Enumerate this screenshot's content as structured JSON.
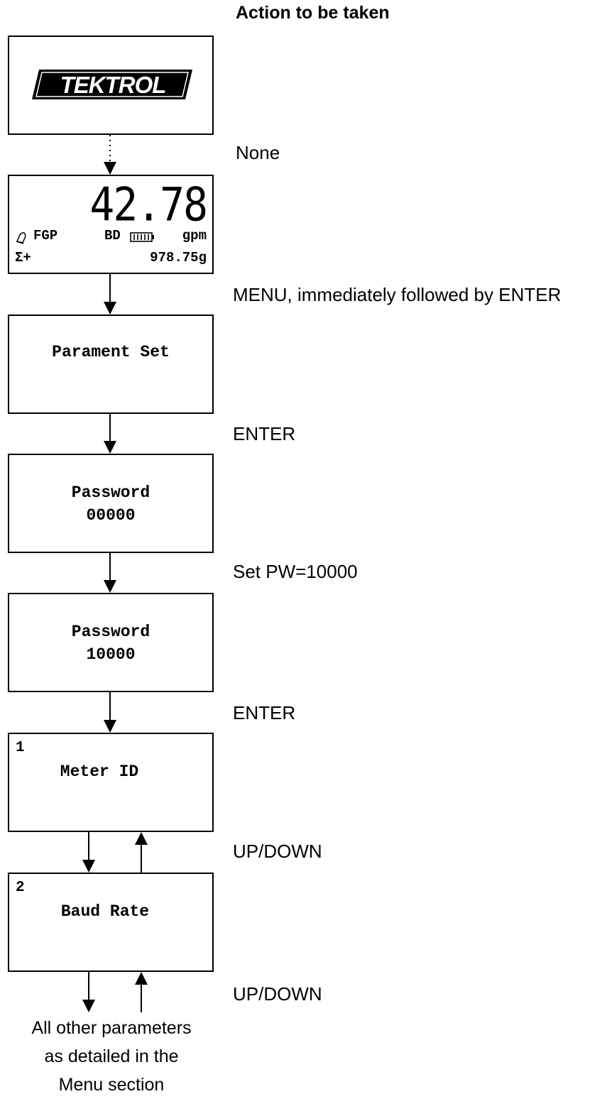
{
  "header": {
    "title": "Action to be taken"
  },
  "logo": {
    "text": "TEKTROL"
  },
  "flow_display": {
    "value": "42.78",
    "indicators": [
      "FGP",
      "BD"
    ],
    "unit": "gpm",
    "totalizer_label": "Σ+",
    "totalizer_value": "978.75g",
    "icons": [
      "alarm-bell-icon",
      "battery-icon"
    ]
  },
  "screens": {
    "parament_set": {
      "line1": "Parament Set"
    },
    "password_default": {
      "line1": "Password",
      "line2": "00000"
    },
    "password_set": {
      "line1": "Password",
      "line2": "10000"
    },
    "meter_id": {
      "number": "1",
      "label": "Meter ID"
    },
    "baud_rate": {
      "number": "2",
      "label": "Baud Rate"
    }
  },
  "actions": [
    "None",
    "MENU, immediately followed by ENTER",
    "ENTER",
    "Set PW=10000",
    "ENTER",
    "UP/DOWN",
    "UP/DOWN"
  ],
  "footer": {
    "lines": [
      "All other parameters",
      "as detailed in the",
      "Menu section"
    ]
  }
}
